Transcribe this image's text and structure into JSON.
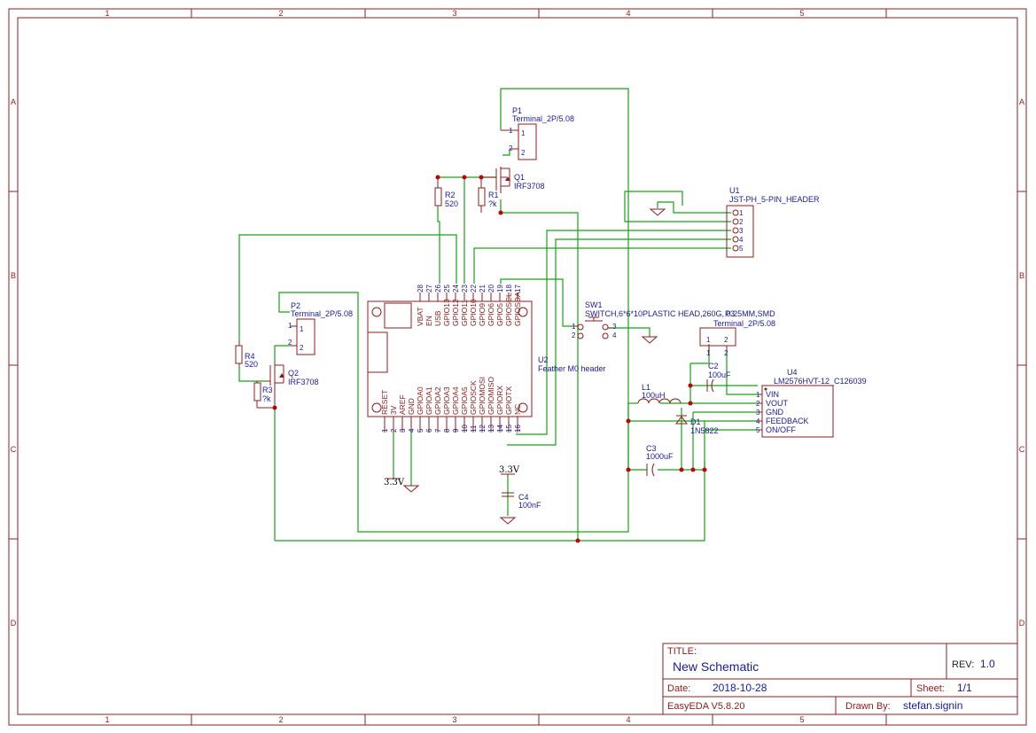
{
  "zones": {
    "cols": [
      "1",
      "2",
      "3",
      "4",
      "5"
    ],
    "rows": [
      "A",
      "B",
      "C",
      "D"
    ]
  },
  "components": {
    "p1": {
      "ref": "P1",
      "value": "Terminal_2P/5.08",
      "pins": [
        "1",
        "2"
      ]
    },
    "p2": {
      "ref": "P2",
      "value": "Terminal_2P/5.08",
      "pins": [
        "1",
        "2"
      ]
    },
    "p3": {
      "ref": "P3",
      "value": "Terminal_2P/5.08",
      "pins": [
        "1",
        "2"
      ]
    },
    "q1": {
      "ref": "Q1",
      "value": "IRF3708"
    },
    "q2": {
      "ref": "Q2",
      "value": "IRF3708"
    },
    "r1": {
      "ref": "R1",
      "value": "?k"
    },
    "r2": {
      "ref": "R2",
      "value": "520"
    },
    "r3": {
      "ref": "R3",
      "value": "?k"
    },
    "r4": {
      "ref": "R4",
      "value": "520"
    },
    "u1": {
      "ref": "U1",
      "value": "JST-PH_5-PIN_HEADER",
      "pins": [
        "1",
        "2",
        "3",
        "4",
        "5"
      ]
    },
    "u2": {
      "ref": "U2",
      "value": "Feather M0 header",
      "top_pins": [
        {
          "name": "VBAT",
          "num": "28"
        },
        {
          "name": "EN",
          "num": "27"
        },
        {
          "name": "USB",
          "num": "26"
        },
        {
          "name": "GPIO13",
          "num": "25"
        },
        {
          "name": "GPIO12",
          "num": "24"
        },
        {
          "name": "GPIO11",
          "num": "23"
        },
        {
          "name": "GPIO10",
          "num": "22"
        },
        {
          "name": "GPIO9",
          "num": "21"
        },
        {
          "name": "GPIO6",
          "num": "20"
        },
        {
          "name": "GPIO5",
          "num": "19"
        },
        {
          "name": "GPIOSCL",
          "num": "18"
        },
        {
          "name": "GPIOSDA",
          "num": "17"
        }
      ],
      "bottom_pins": [
        {
          "name": "RESET",
          "num": "1"
        },
        {
          "name": "3V",
          "num": "2"
        },
        {
          "name": "AREF",
          "num": "3"
        },
        {
          "name": "GND",
          "num": "4"
        },
        {
          "name": "GPIOA0",
          "num": "5"
        },
        {
          "name": "GPIOA1",
          "num": "6"
        },
        {
          "name": "GPIOA2",
          "num": "7"
        },
        {
          "name": "GPIOA3",
          "num": "8"
        },
        {
          "name": "GPIOA4",
          "num": "9"
        },
        {
          "name": "GPIOA5",
          "num": "10"
        },
        {
          "name": "GPIOSCK",
          "num": "11"
        },
        {
          "name": "GPIOMOSI",
          "num": "12"
        },
        {
          "name": "GPIOMISO",
          "num": "13"
        },
        {
          "name": "GPIORX",
          "num": "14"
        },
        {
          "name": "GPIOTX",
          "num": "15"
        },
        {
          "name": "NC",
          "num": "16"
        }
      ]
    },
    "sw1": {
      "ref": "SW1",
      "value": "SWITCH,6*6*10PLASTIC HEAD,260G, 0.25MM,SMD",
      "pins": [
        "1",
        "2",
        "3",
        "4"
      ]
    },
    "c2": {
      "ref": "C2",
      "value": "100uF"
    },
    "c3": {
      "ref": "C3",
      "value": "1000uF"
    },
    "c4": {
      "ref": "C4",
      "value": "100nF"
    },
    "l1": {
      "ref": "L1",
      "value": "100uH"
    },
    "d1": {
      "ref": "D1",
      "value": "1N5822"
    },
    "u4": {
      "ref": "U4",
      "value": "LM2576HVT-12_C126039",
      "pins": [
        {
          "num": "1",
          "name": "VIN"
        },
        {
          "num": "2",
          "name": "VOUT"
        },
        {
          "num": "3",
          "name": "GND"
        },
        {
          "num": "4",
          "name": "FEEDBACK"
        },
        {
          "num": "5",
          "name": "ON/OFF"
        }
      ]
    }
  },
  "net_labels": {
    "v33_a": "3.3V",
    "v33_b": "3.3V"
  },
  "title_block": {
    "title_label": "TITLE:",
    "title": "New Schematic",
    "rev_label": "REV:",
    "rev": "1.0",
    "date_label": "Date:",
    "date": "2018-10-28",
    "sheet_label": "Sheet:",
    "sheet": "1/1",
    "software": "EasyEDA V5.8.20",
    "drawn_label": "Drawn By:",
    "drawn_by": "stefan.signin"
  }
}
